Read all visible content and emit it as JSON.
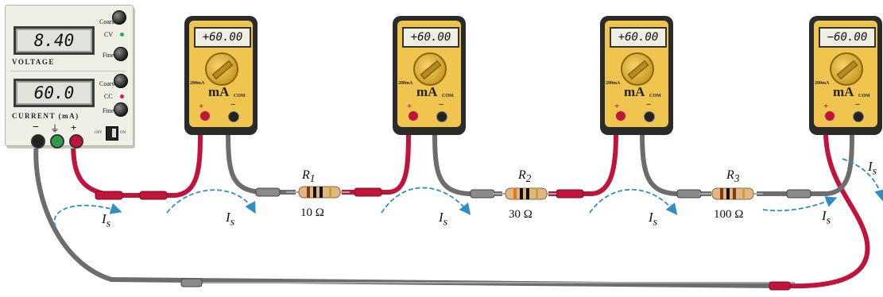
{
  "power_supply": {
    "voltage_reading": "8.40",
    "voltage_label": "VOLTAGE",
    "current_reading": "60.0",
    "current_label": "CURRENT  (mA)",
    "coarse_label": "Coarse",
    "fine_label": "Fine",
    "cv_label": "CV",
    "cc_label": "CC",
    "terminal_minus": "−",
    "terminal_gnd": "⏚",
    "terminal_plus": "+",
    "switch_off": "OFF",
    "switch_on": "ON"
  },
  "meters": [
    {
      "reading": "+60.00",
      "range": "200mA",
      "unit": "mA",
      "com": "COM"
    },
    {
      "reading": "+60.00",
      "range": "200mA",
      "unit": "mA",
      "com": "COM"
    },
    {
      "reading": "+60.00",
      "range": "200mA",
      "unit": "mA",
      "com": "COM"
    },
    {
      "reading": "−60.00",
      "range": "200mA",
      "unit": "mA",
      "com": "COM"
    }
  ],
  "resistors": [
    {
      "name": "R",
      "sub": "1",
      "value": "10 Ω"
    },
    {
      "name": "R",
      "sub": "2",
      "value": "30 Ω"
    },
    {
      "name": "R",
      "sub": "3",
      "value": "100 Ω"
    }
  ],
  "current_label": {
    "base": "I",
    "sub": "s"
  },
  "colors": {
    "lead_red": "#c0143c",
    "lead_gray": "#6d6d6d",
    "meter_body": "#2b2b2b",
    "meter_face": "#f0c54f",
    "arrow": "#2f8fc4"
  }
}
